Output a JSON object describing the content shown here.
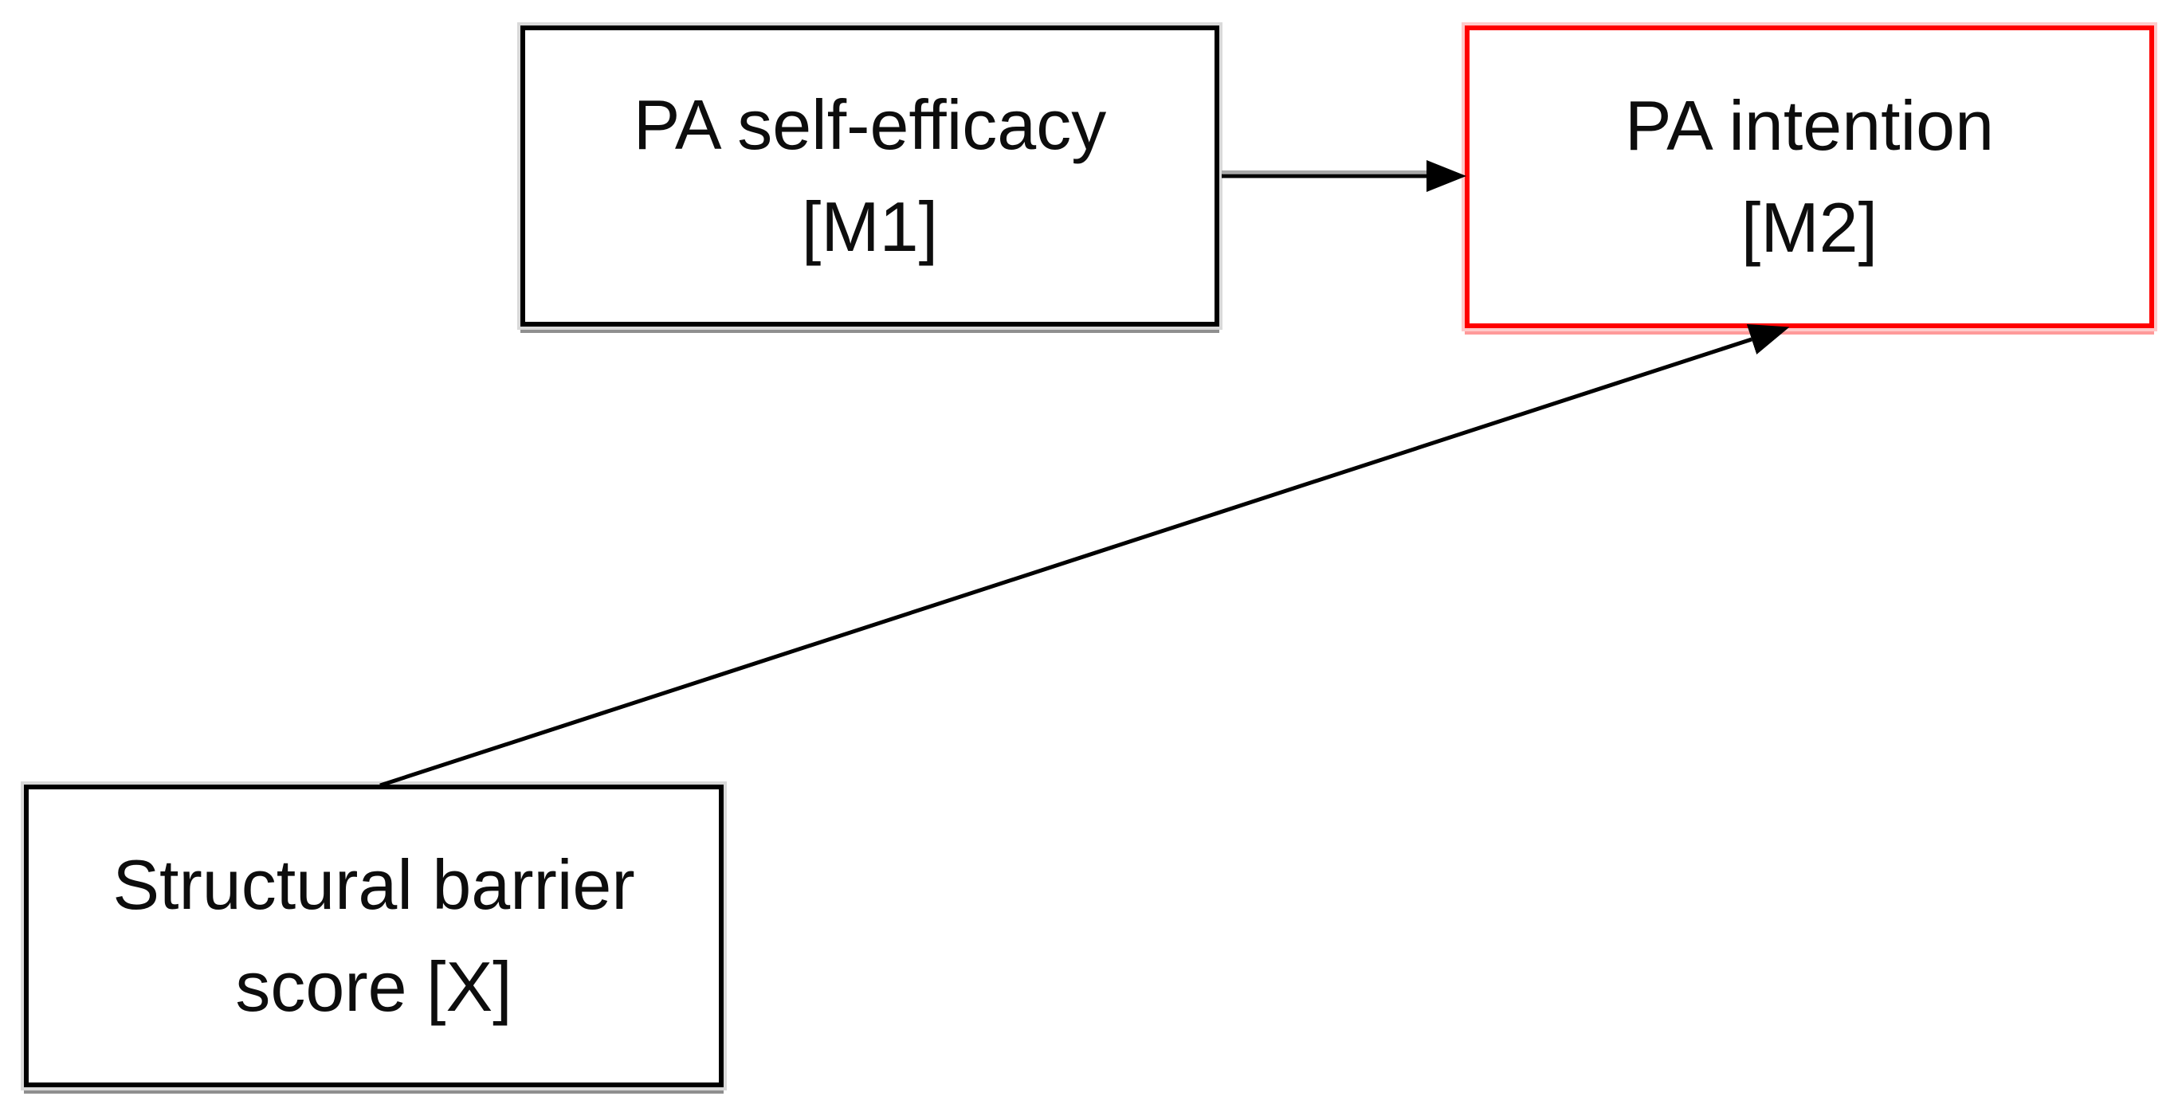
{
  "diagram": {
    "type": "path-model",
    "background_color": "#ffffff",
    "nodes": {
      "m1": {
        "line1": "PA self-efficacy",
        "line2": "[M1]",
        "border_color": "#000000"
      },
      "m2": {
        "line1": "PA intention",
        "line2": "[M2]",
        "border_color": "#ff0000"
      },
      "x": {
        "line1": "Structural barrier",
        "line2": "score [X]",
        "border_color": "#000000"
      }
    },
    "edges": [
      {
        "from": "m1",
        "to": "m2",
        "style": "straight-horizontal-arrow",
        "color": "#000000"
      },
      {
        "from": "x",
        "to": "m2",
        "style": "straight-diagonal-arrow",
        "color": "#000000"
      }
    ],
    "colors": {
      "highlight_border": "#ff0000",
      "highlight_halo": "#ffc9c9",
      "default_border": "#000000",
      "shadow_gray": "#8f8f8f",
      "arrow": "#000000",
      "text": "#0d0d0d"
    }
  }
}
